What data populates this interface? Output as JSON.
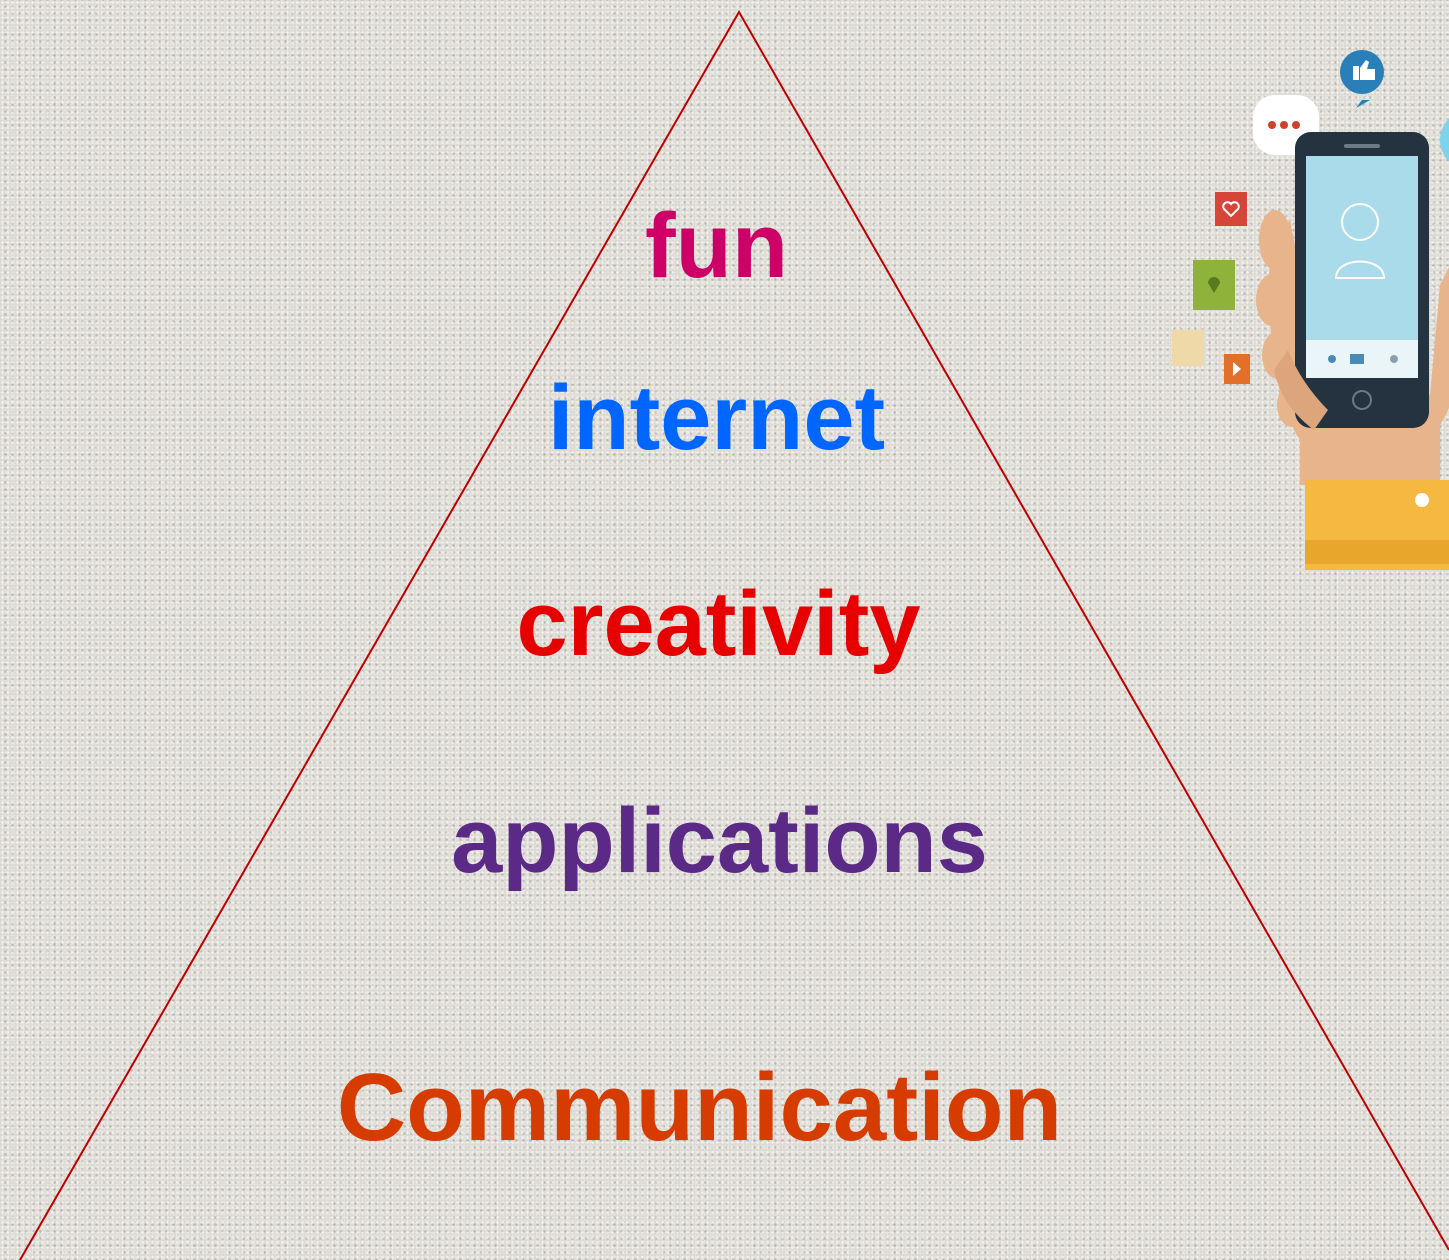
{
  "pyramid": {
    "levels": [
      {
        "label": "fun",
        "color": "#cc0066"
      },
      {
        "label": "internet",
        "color": "#0066ff"
      },
      {
        "label": "creativity",
        "color": "#e60000"
      },
      {
        "label": "applications",
        "color": "#5b2a86"
      },
      {
        "label": "Communication",
        "color": "#d63c00"
      }
    ],
    "outline_color": "#c00000"
  },
  "illustration": {
    "icon": "hand-holding-smartphone-icon",
    "screen_color": "#a9dbea",
    "cuff_color": "#f5b942"
  }
}
